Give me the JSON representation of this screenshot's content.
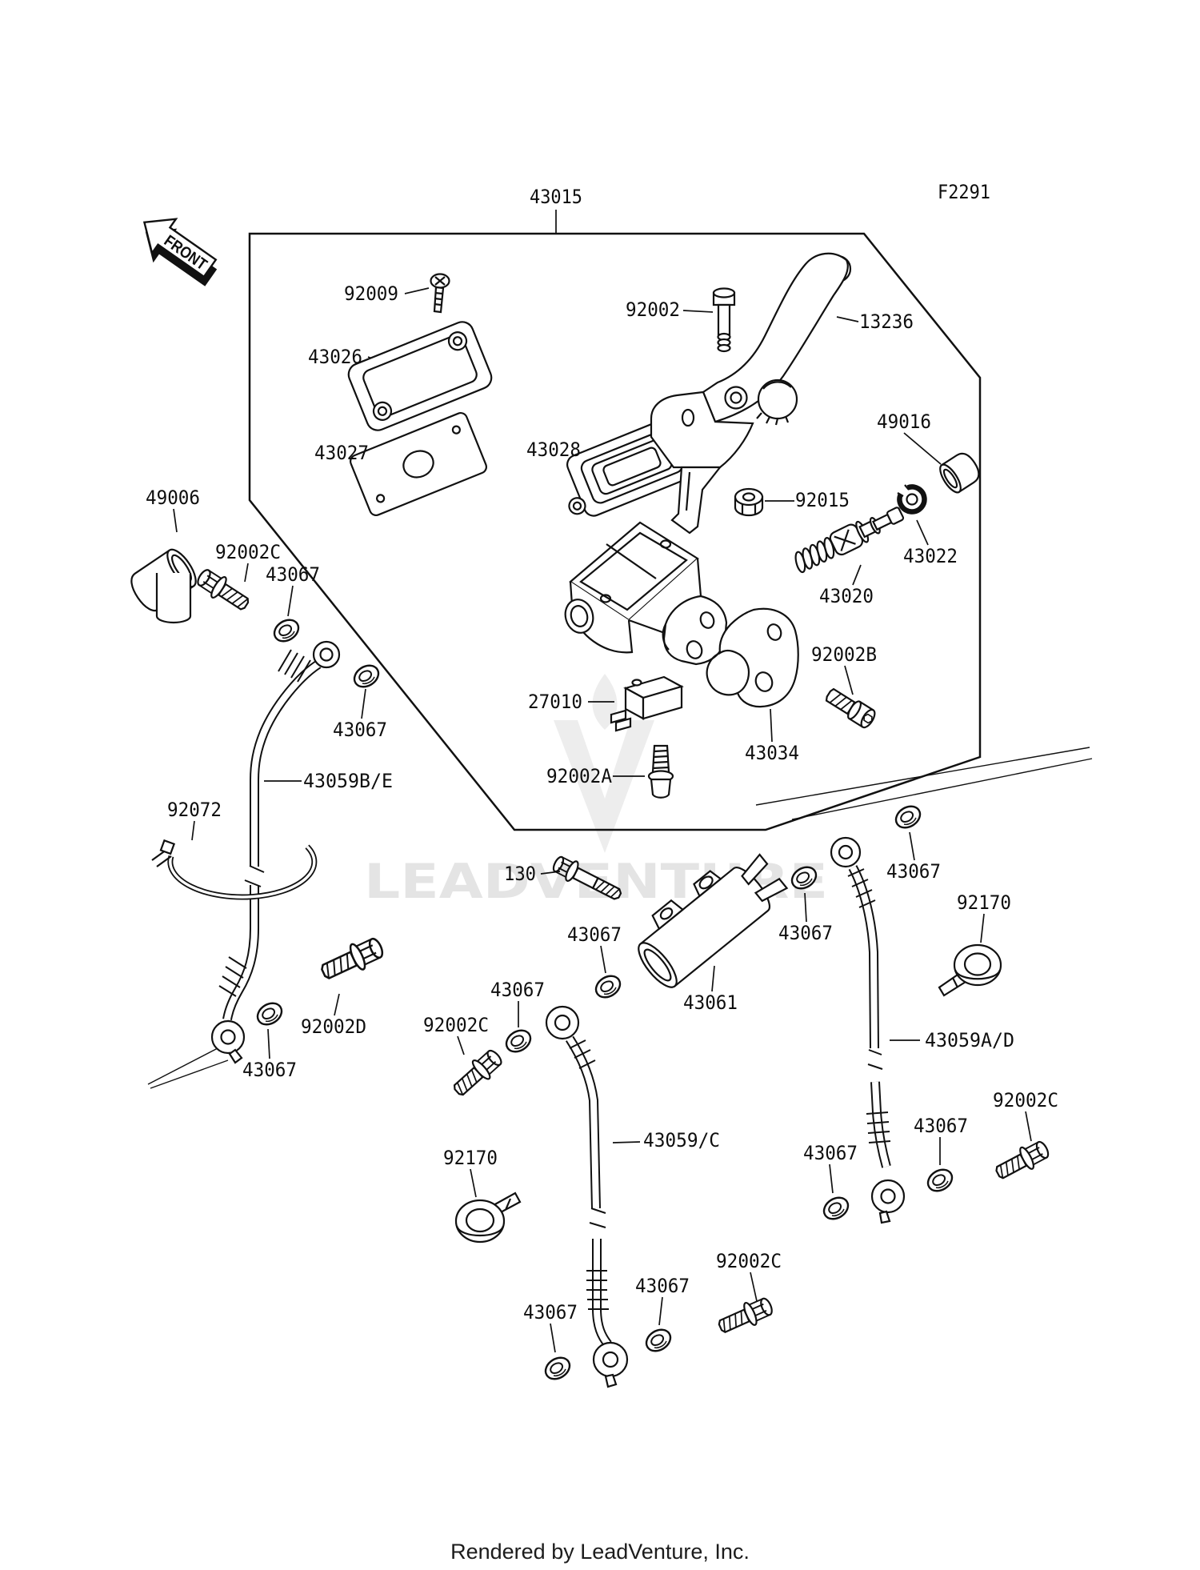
{
  "page": {
    "figure_code": "F2291",
    "assembly_number": "43015",
    "direction_arrow": "FRONT",
    "watermark": "LEADVENTURE",
    "footer": "Rendered by LeadVenture, Inc."
  },
  "labels": [
    {
      "text": "43015"
    },
    {
      "text": "F2291"
    },
    {
      "text": "FRONT"
    },
    {
      "text": "92009"
    },
    {
      "text": "43026"
    },
    {
      "text": "43027"
    },
    {
      "text": "43028"
    },
    {
      "text": "92002"
    },
    {
      "text": "13236"
    },
    {
      "text": "49016"
    },
    {
      "text": "92015"
    },
    {
      "text": "43022"
    },
    {
      "text": "43020"
    },
    {
      "text": "27010"
    },
    {
      "text": "92002B"
    },
    {
      "text": "43034"
    },
    {
      "text": "92002A"
    },
    {
      "text": "49006"
    },
    {
      "text": "92002C"
    },
    {
      "text": "43067"
    },
    {
      "text": "43067"
    },
    {
      "text": "43059B/E"
    },
    {
      "text": "92072"
    },
    {
      "text": "130"
    },
    {
      "text": "43067"
    },
    {
      "text": "43067"
    },
    {
      "text": "43061"
    },
    {
      "text": "92002C"
    },
    {
      "text": "92002D"
    },
    {
      "text": "43067"
    },
    {
      "text": "43059A/D"
    },
    {
      "text": "43067"
    },
    {
      "text": "43067"
    },
    {
      "text": "92170"
    },
    {
      "text": "92170"
    },
    {
      "text": "43059/C"
    },
    {
      "text": "43067"
    },
    {
      "text": "43067"
    },
    {
      "text": "92002C"
    },
    {
      "text": "43067"
    },
    {
      "text": "43067"
    },
    {
      "text": "92002C"
    }
  ]
}
